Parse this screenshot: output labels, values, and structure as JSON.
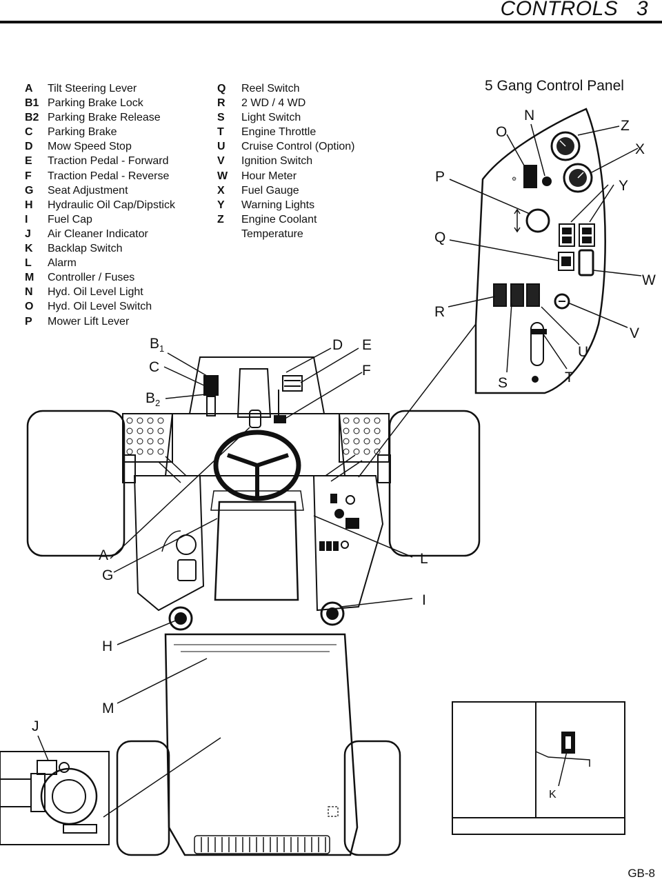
{
  "header": {
    "section": "CONTROLS",
    "page": "3"
  },
  "legend_left": [
    {
      "key": "A",
      "label": "Tilt Steering Lever"
    },
    {
      "key": "B1",
      "label": "Parking Brake Lock"
    },
    {
      "key": "B2",
      "label": "Parking Brake Release"
    },
    {
      "key": "C",
      "label": "Parking Brake"
    },
    {
      "key": "D",
      "label": "Mow Speed Stop"
    },
    {
      "key": "E",
      "label": "Traction Pedal - Forward"
    },
    {
      "key": "F",
      "label": "Traction Pedal - Reverse"
    },
    {
      "key": "G",
      "label": "Seat Adjustment"
    },
    {
      "key": "H",
      "label": "Hydraulic Oil Cap/Dipstick"
    },
    {
      "key": "I",
      "label": "Fuel Cap"
    },
    {
      "key": "J",
      "label": "Air Cleaner Indicator"
    },
    {
      "key": "K",
      "label": "Backlap Switch"
    },
    {
      "key": "L",
      "label": "Alarm"
    },
    {
      "key": "M",
      "label": "Controller / Fuses"
    },
    {
      "key": "N",
      "label": "Hyd. Oil Level Light"
    },
    {
      "key": "O",
      "label": "Hyd. Oil Level Switch"
    },
    {
      "key": "P",
      "label": "Mower Lift Lever"
    }
  ],
  "legend_right": [
    {
      "key": "Q",
      "label": "Reel Switch"
    },
    {
      "key": "R",
      "label": "2 WD / 4 WD"
    },
    {
      "key": "S",
      "label": "Light Switch"
    },
    {
      "key": "T",
      "label": "Engine Throttle"
    },
    {
      "key": "U",
      "label": "Cruise Control (Option)"
    },
    {
      "key": "V",
      "label": "Ignition Switch"
    },
    {
      "key": "W",
      "label": "Hour Meter"
    },
    {
      "key": "X",
      "label": "Fuel Gauge"
    },
    {
      "key": "Y",
      "label": "Warning Lights"
    },
    {
      "key": "Z",
      "label": "Engine Coolant"
    },
    {
      "key": "",
      "label": "Temperature"
    }
  ],
  "panel_title": "5 Gang Control Panel",
  "callouts": {
    "N": "N",
    "O": "O",
    "Z": "Z",
    "X": "X",
    "P": "P",
    "Y": "Y",
    "Q": "Q",
    "W": "W",
    "R": "R",
    "V": "V",
    "U": "U",
    "S": "S",
    "T": "T",
    "B1": "B",
    "B1_sub": "1",
    "B2": "B",
    "B2_sub": "2",
    "C": "C",
    "D": "D",
    "E": "E",
    "F": "F",
    "A": "A",
    "G": "G",
    "L": "L",
    "I": "I",
    "H": "H",
    "M": "M",
    "J": "J",
    "K": "K"
  },
  "footer": {
    "page_code": "GB-8"
  }
}
